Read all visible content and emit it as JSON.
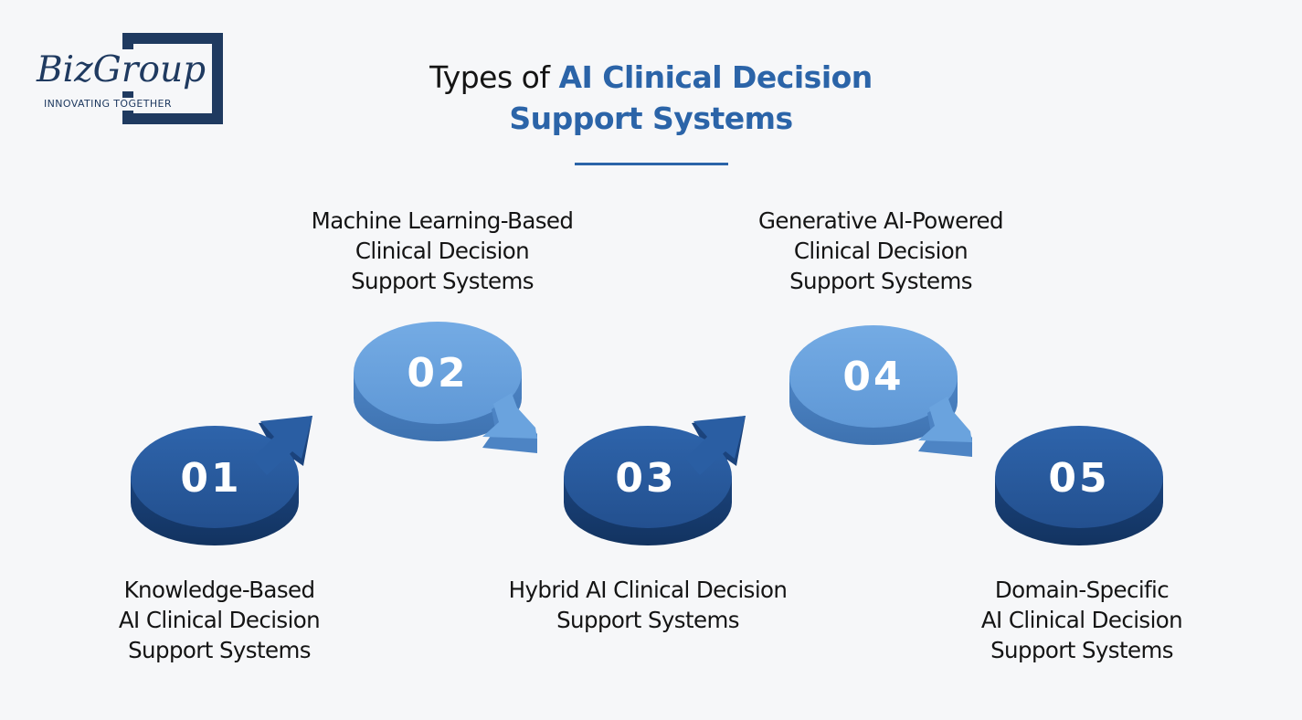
{
  "logo": {
    "wordmark": "BizGroup",
    "tagline": "INNOVATING TOGETHER"
  },
  "title": {
    "prefix": "Types of ",
    "highlight_line1": "AI Clinical Decision",
    "highlight_line2": "Support Systems"
  },
  "colors": {
    "dark_blue": "#275a9e",
    "light_blue": "#6aa3de",
    "accent": "#2b64a8",
    "text": "#141414"
  },
  "steps": [
    {
      "number": "01",
      "label_lines": [
        "Knowledge-Based",
        "AI Clinical Decision",
        "Support Systems"
      ]
    },
    {
      "number": "02",
      "label_lines": [
        "Machine Learning-Based",
        "Clinical Decision",
        "Support Systems"
      ]
    },
    {
      "number": "03",
      "label_lines": [
        "Hybrid AI Clinical Decision",
        "Support Systems"
      ]
    },
    {
      "number": "04",
      "label_lines": [
        "Generative AI-Powered",
        "Clinical Decision",
        "Support Systems"
      ]
    },
    {
      "number": "05",
      "label_lines": [
        "Domain-Specific",
        "AI Clinical Decision",
        "Support Systems"
      ]
    }
  ]
}
